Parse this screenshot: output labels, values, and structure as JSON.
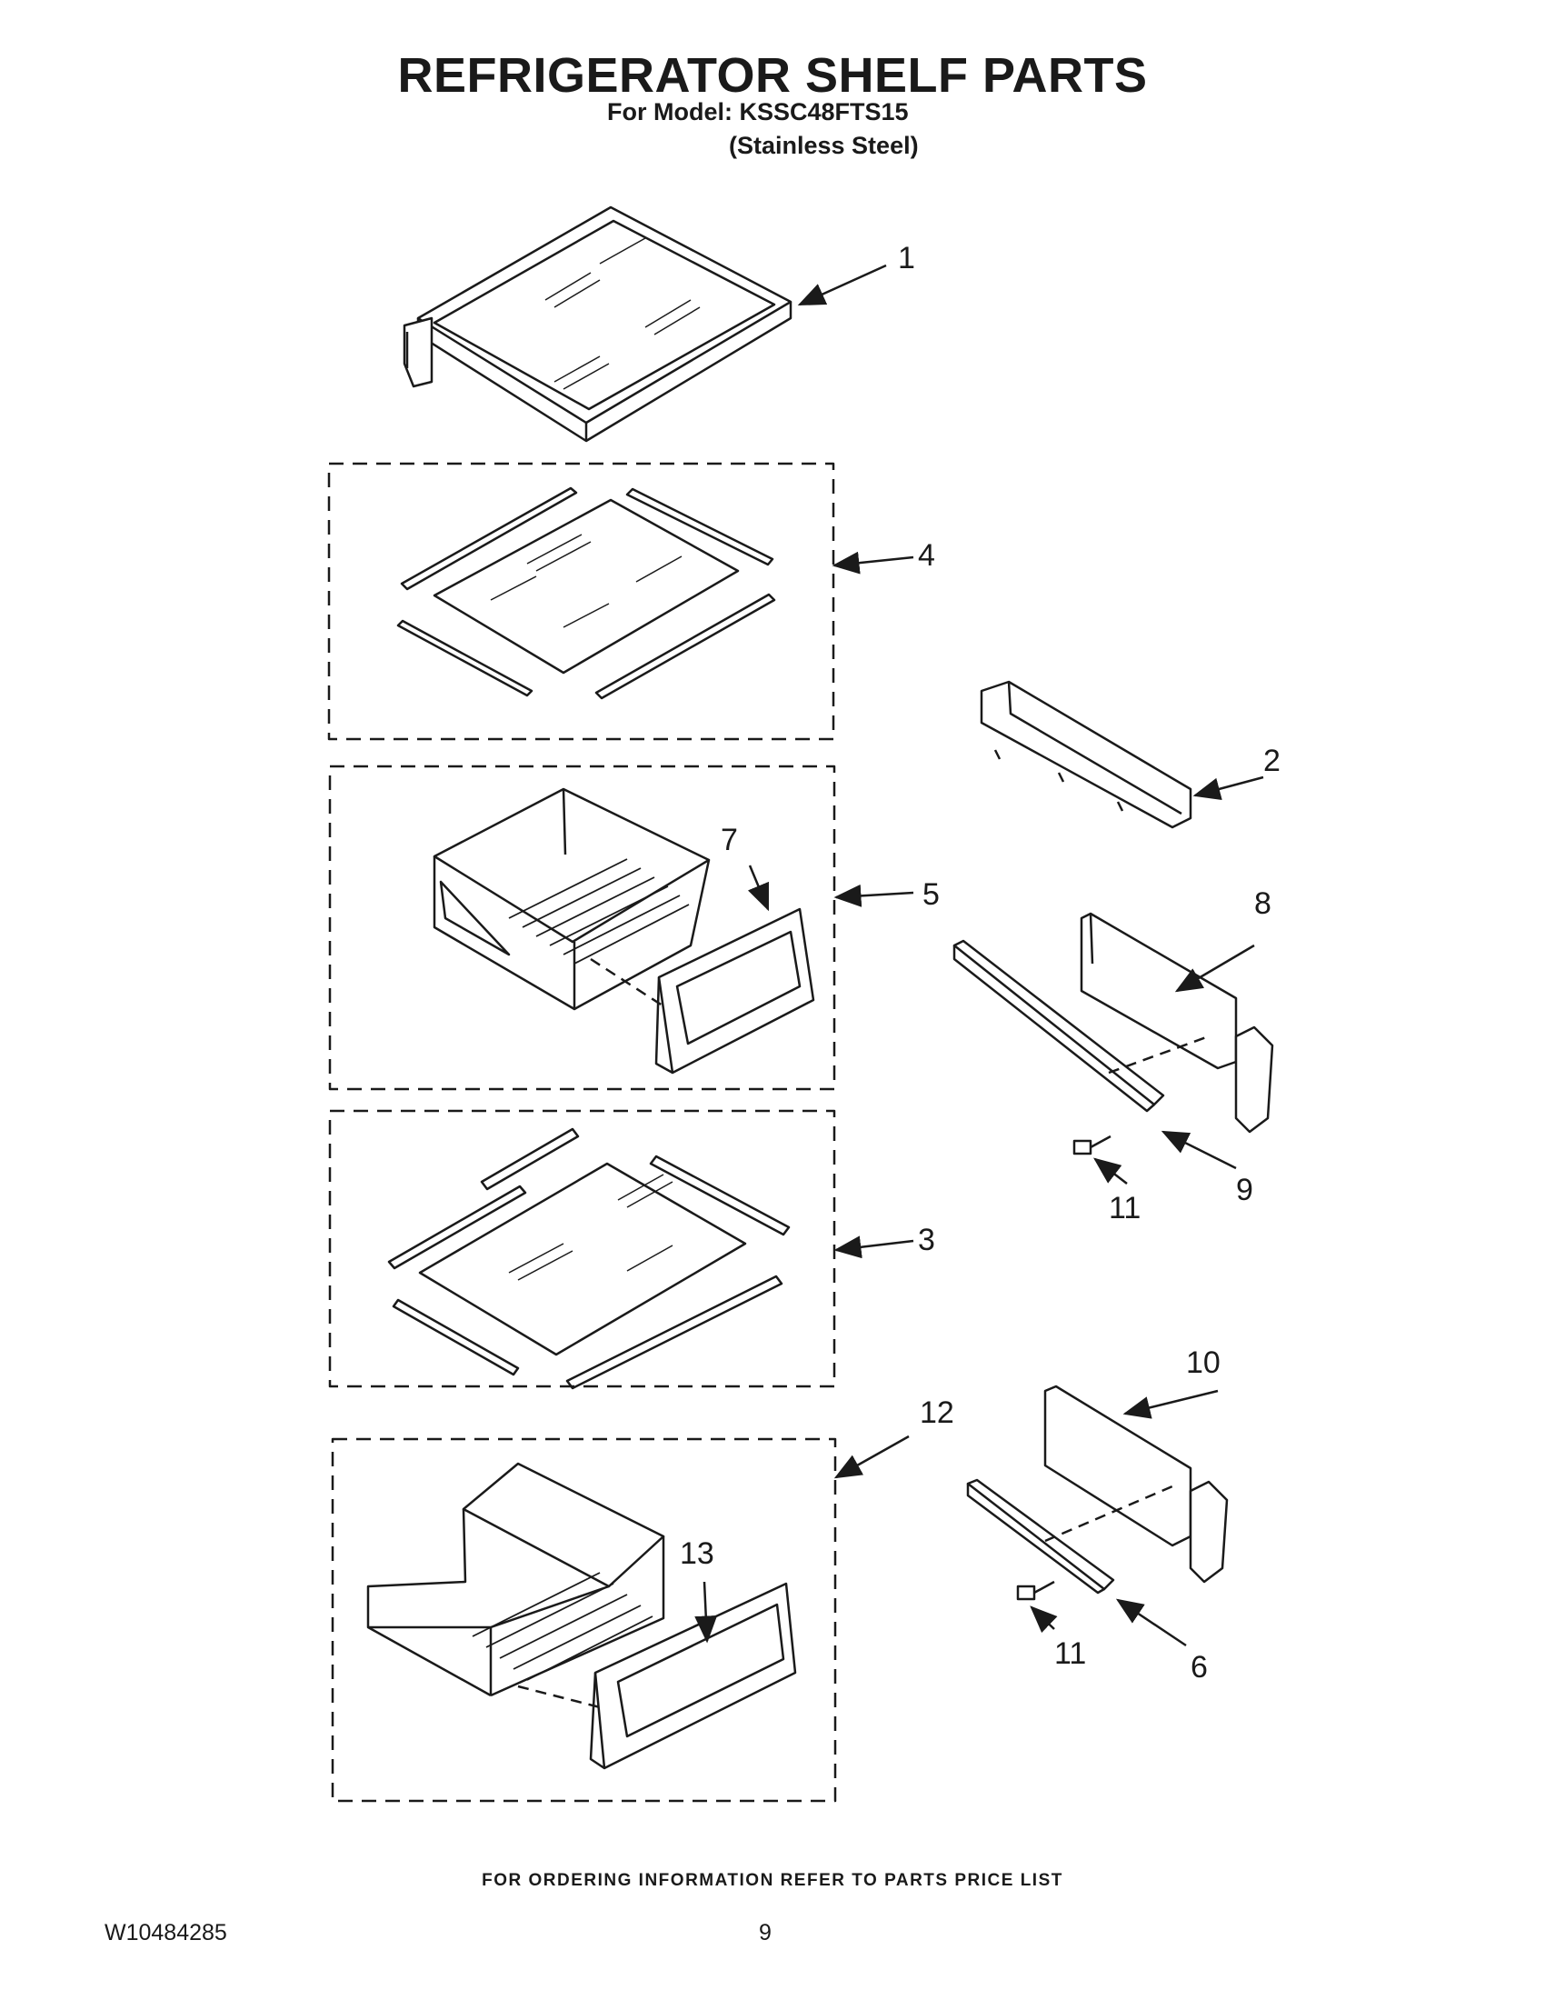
{
  "header": {
    "title": "REFRIGERATOR SHELF PARTS",
    "model_line": "For Model: KSSC48FTS15",
    "finish_line": "(Stainless Steel)"
  },
  "callouts": {
    "c1": "1",
    "c2": "2",
    "c3": "3",
    "c4": "4",
    "c5": "5",
    "c6": "6",
    "c7": "7",
    "c8": "8",
    "c9": "9",
    "c10": "10",
    "c11a": "11",
    "c11b": "11",
    "c12": "12",
    "c13": "13"
  },
  "footer": {
    "ordering_note": "FOR ORDERING INFORMATION REFER TO PARTS PRICE LIST",
    "document_number": "W10484285",
    "page_number": "9"
  }
}
